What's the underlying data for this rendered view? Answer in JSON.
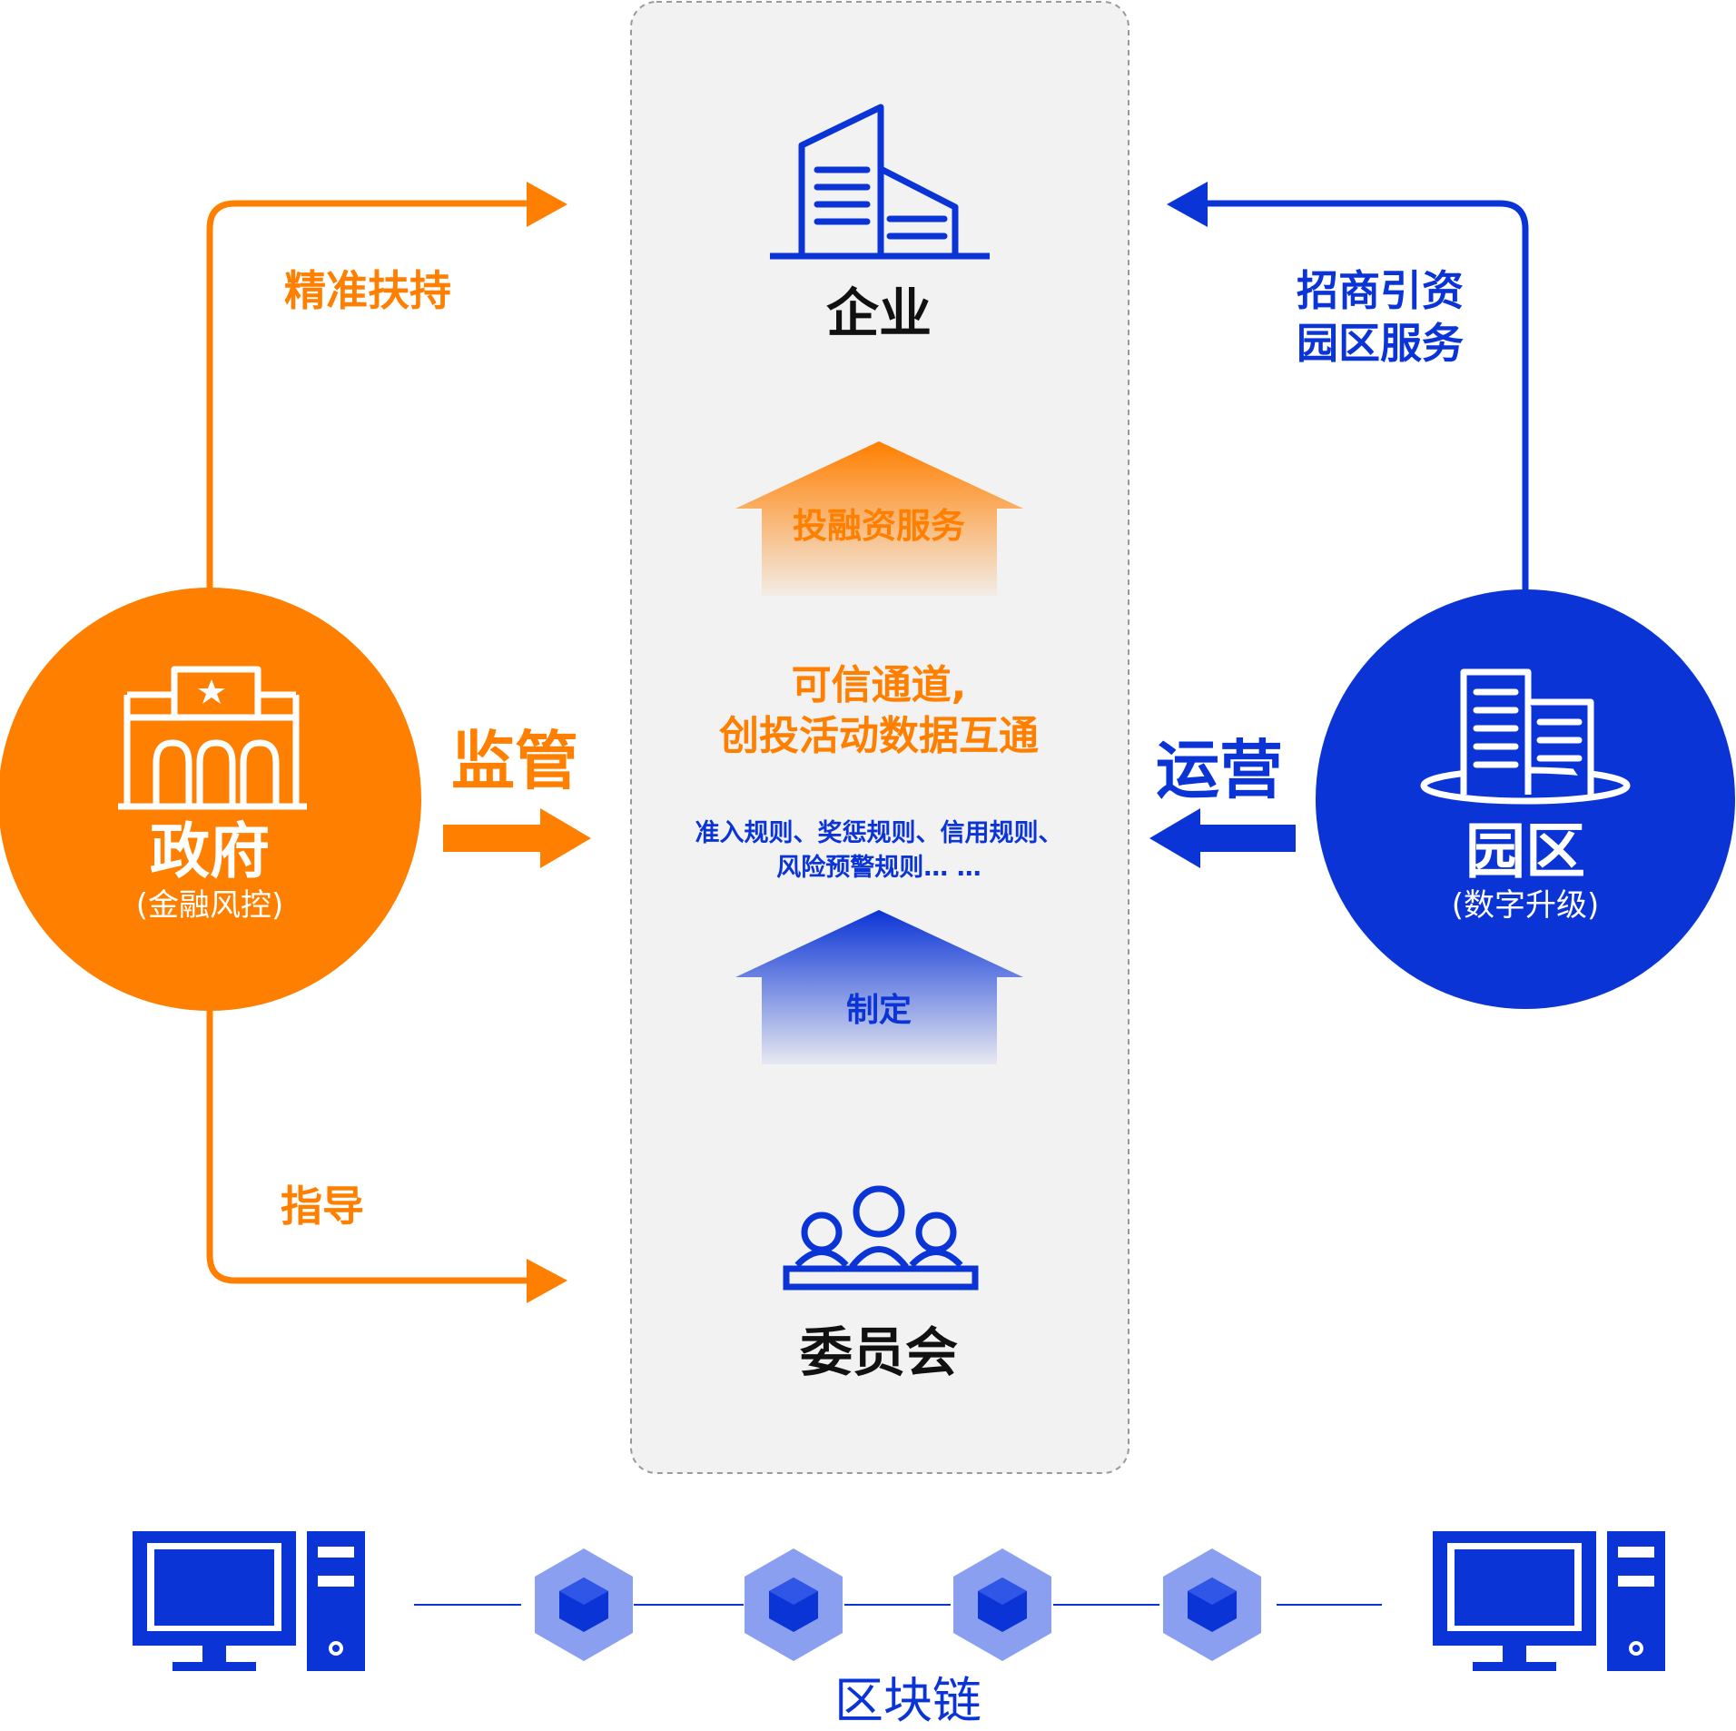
{
  "colors": {
    "orange": "#ff7f00",
    "blue": "#0b34d6",
    "panel": "#f2f2f2",
    "hex_light": "#8a9ff0",
    "dark": "#111111"
  },
  "nodes": {
    "enterprise": {
      "label": "企业",
      "icon": "office-building-icon"
    },
    "committee": {
      "label": "委员会",
      "icon": "people-group-icon"
    },
    "government": {
      "label": "政府",
      "sublabel": "(金融风控)",
      "icon": "government-building-icon"
    },
    "park": {
      "label": "园区",
      "sublabel": "(数字升级)",
      "icon": "park-buildings-icon"
    }
  },
  "edges": {
    "precise_support": "精准扶持",
    "guidance": "指导",
    "supervision": "监管",
    "investment_attraction": [
      "招商引资",
      "园区服务"
    ],
    "operation": "运营"
  },
  "center": {
    "financing_service": "投融资服务",
    "trusted_channel": [
      "可信通道,",
      "创投活动数据互通"
    ],
    "rules": [
      "准入规则、奖惩规则、信用规则、",
      "风险预警规则… …"
    ],
    "formulate": "制定"
  },
  "blockchain": {
    "label": "区块链",
    "icons": [
      "computer-icon",
      "block-node-icon"
    ]
  }
}
